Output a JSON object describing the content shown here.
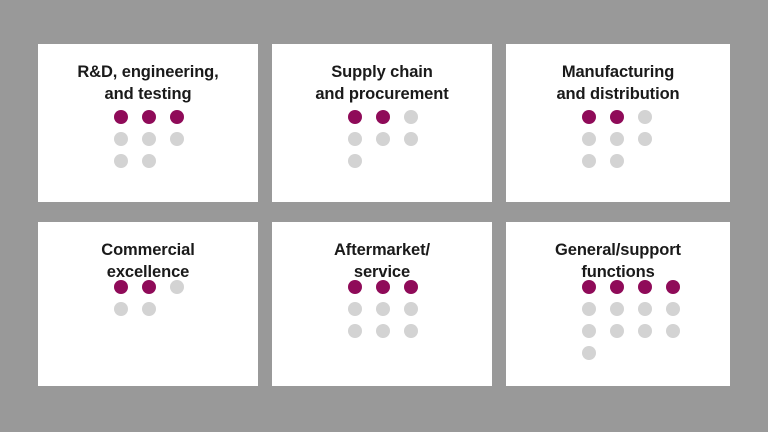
{
  "canvas": {
    "background_color": "#999999",
    "card_background_color": "#ffffff"
  },
  "legend": {
    "filled_color": "#8F0B59",
    "empty_color": "#d3d3d3",
    "filled_name": "filled-dot",
    "empty_name": "empty-dot"
  },
  "cards": [
    {
      "title": "R&D, engineering,\nand testing",
      "filled_count": 3,
      "total_count": 8,
      "dot_rows": [
        [
          "on",
          "on",
          "on"
        ],
        [
          "off",
          "off",
          "off"
        ],
        [
          "off",
          "off"
        ]
      ]
    },
    {
      "title": "Supply chain\nand procurement",
      "filled_count": 2,
      "total_count": 7,
      "dot_rows": [
        [
          "on",
          "on",
          "off"
        ],
        [
          "off",
          "off",
          "off"
        ],
        [
          "off"
        ]
      ]
    },
    {
      "title": "Manufacturing\nand distribution",
      "filled_count": 2,
      "total_count": 8,
      "dot_rows": [
        [
          "on",
          "on",
          "off"
        ],
        [
          "off",
          "off",
          "off"
        ],
        [
          "off",
          "off"
        ]
      ]
    },
    {
      "title": "Commercial\nexcellence",
      "filled_count": 2,
      "total_count": 5,
      "dot_rows": [
        [
          "on",
          "on",
          "off"
        ],
        [
          "off",
          "off"
        ]
      ]
    },
    {
      "title": "Aftermarket/\nservice",
      "filled_count": 3,
      "total_count": 9,
      "dot_rows": [
        [
          "on",
          "on",
          "on"
        ],
        [
          "off",
          "off",
          "off"
        ],
        [
          "off",
          "off",
          "off"
        ]
      ]
    },
    {
      "title": "General/support\nfunctions",
      "filled_count": 4,
      "total_count": 13,
      "dot_rows": [
        [
          "on",
          "on",
          "on",
          "on"
        ],
        [
          "off",
          "off",
          "off",
          "off"
        ],
        [
          "off",
          "off",
          "off",
          "off"
        ],
        [
          "off"
        ]
      ]
    }
  ]
}
